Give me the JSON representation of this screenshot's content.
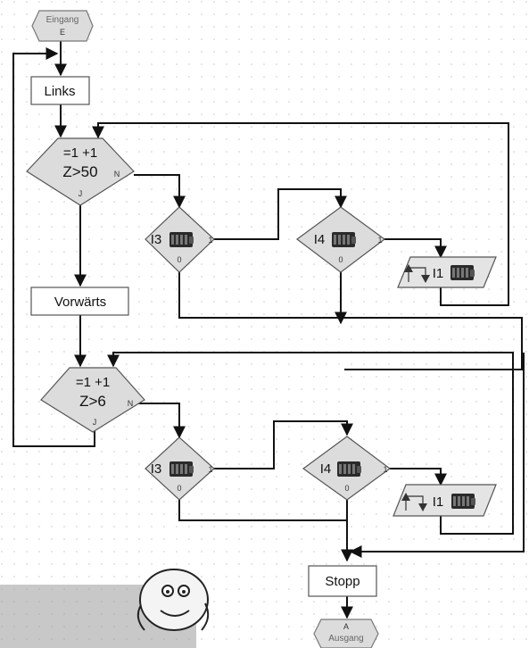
{
  "start": {
    "title": "Eingang",
    "letter": "E"
  },
  "end": {
    "title": "Ausgang",
    "letter": "A"
  },
  "actions": {
    "links": "Links",
    "vorwarts": "Vorwärts",
    "stopp": "Stopp"
  },
  "counter1": {
    "line1": "=1 +1",
    "line2": "Z>50",
    "no": "N",
    "yes": "J"
  },
  "counter2": {
    "line1": "=1 +1",
    "line2": "Z>6",
    "no": "N",
    "yes": "J"
  },
  "branch_row1": {
    "i3": {
      "label": "I3",
      "one": "1",
      "zero": "0"
    },
    "i4": {
      "label": "I4",
      "one": "1",
      "zero": "0"
    },
    "wait": {
      "label": "I1"
    }
  },
  "branch_row2": {
    "i3": {
      "label": "I3",
      "one": "1",
      "zero": "0"
    },
    "i4": {
      "label": "I4",
      "one": "1",
      "zero": "0"
    },
    "wait": {
      "label": "I1"
    }
  },
  "icons": [
    "switch-icon",
    "wait-arrows-icon",
    "mascot-icon"
  ],
  "colors": {
    "diamond_fill": "#dcdcdc",
    "line": "#111111",
    "background": "#ffffff"
  }
}
